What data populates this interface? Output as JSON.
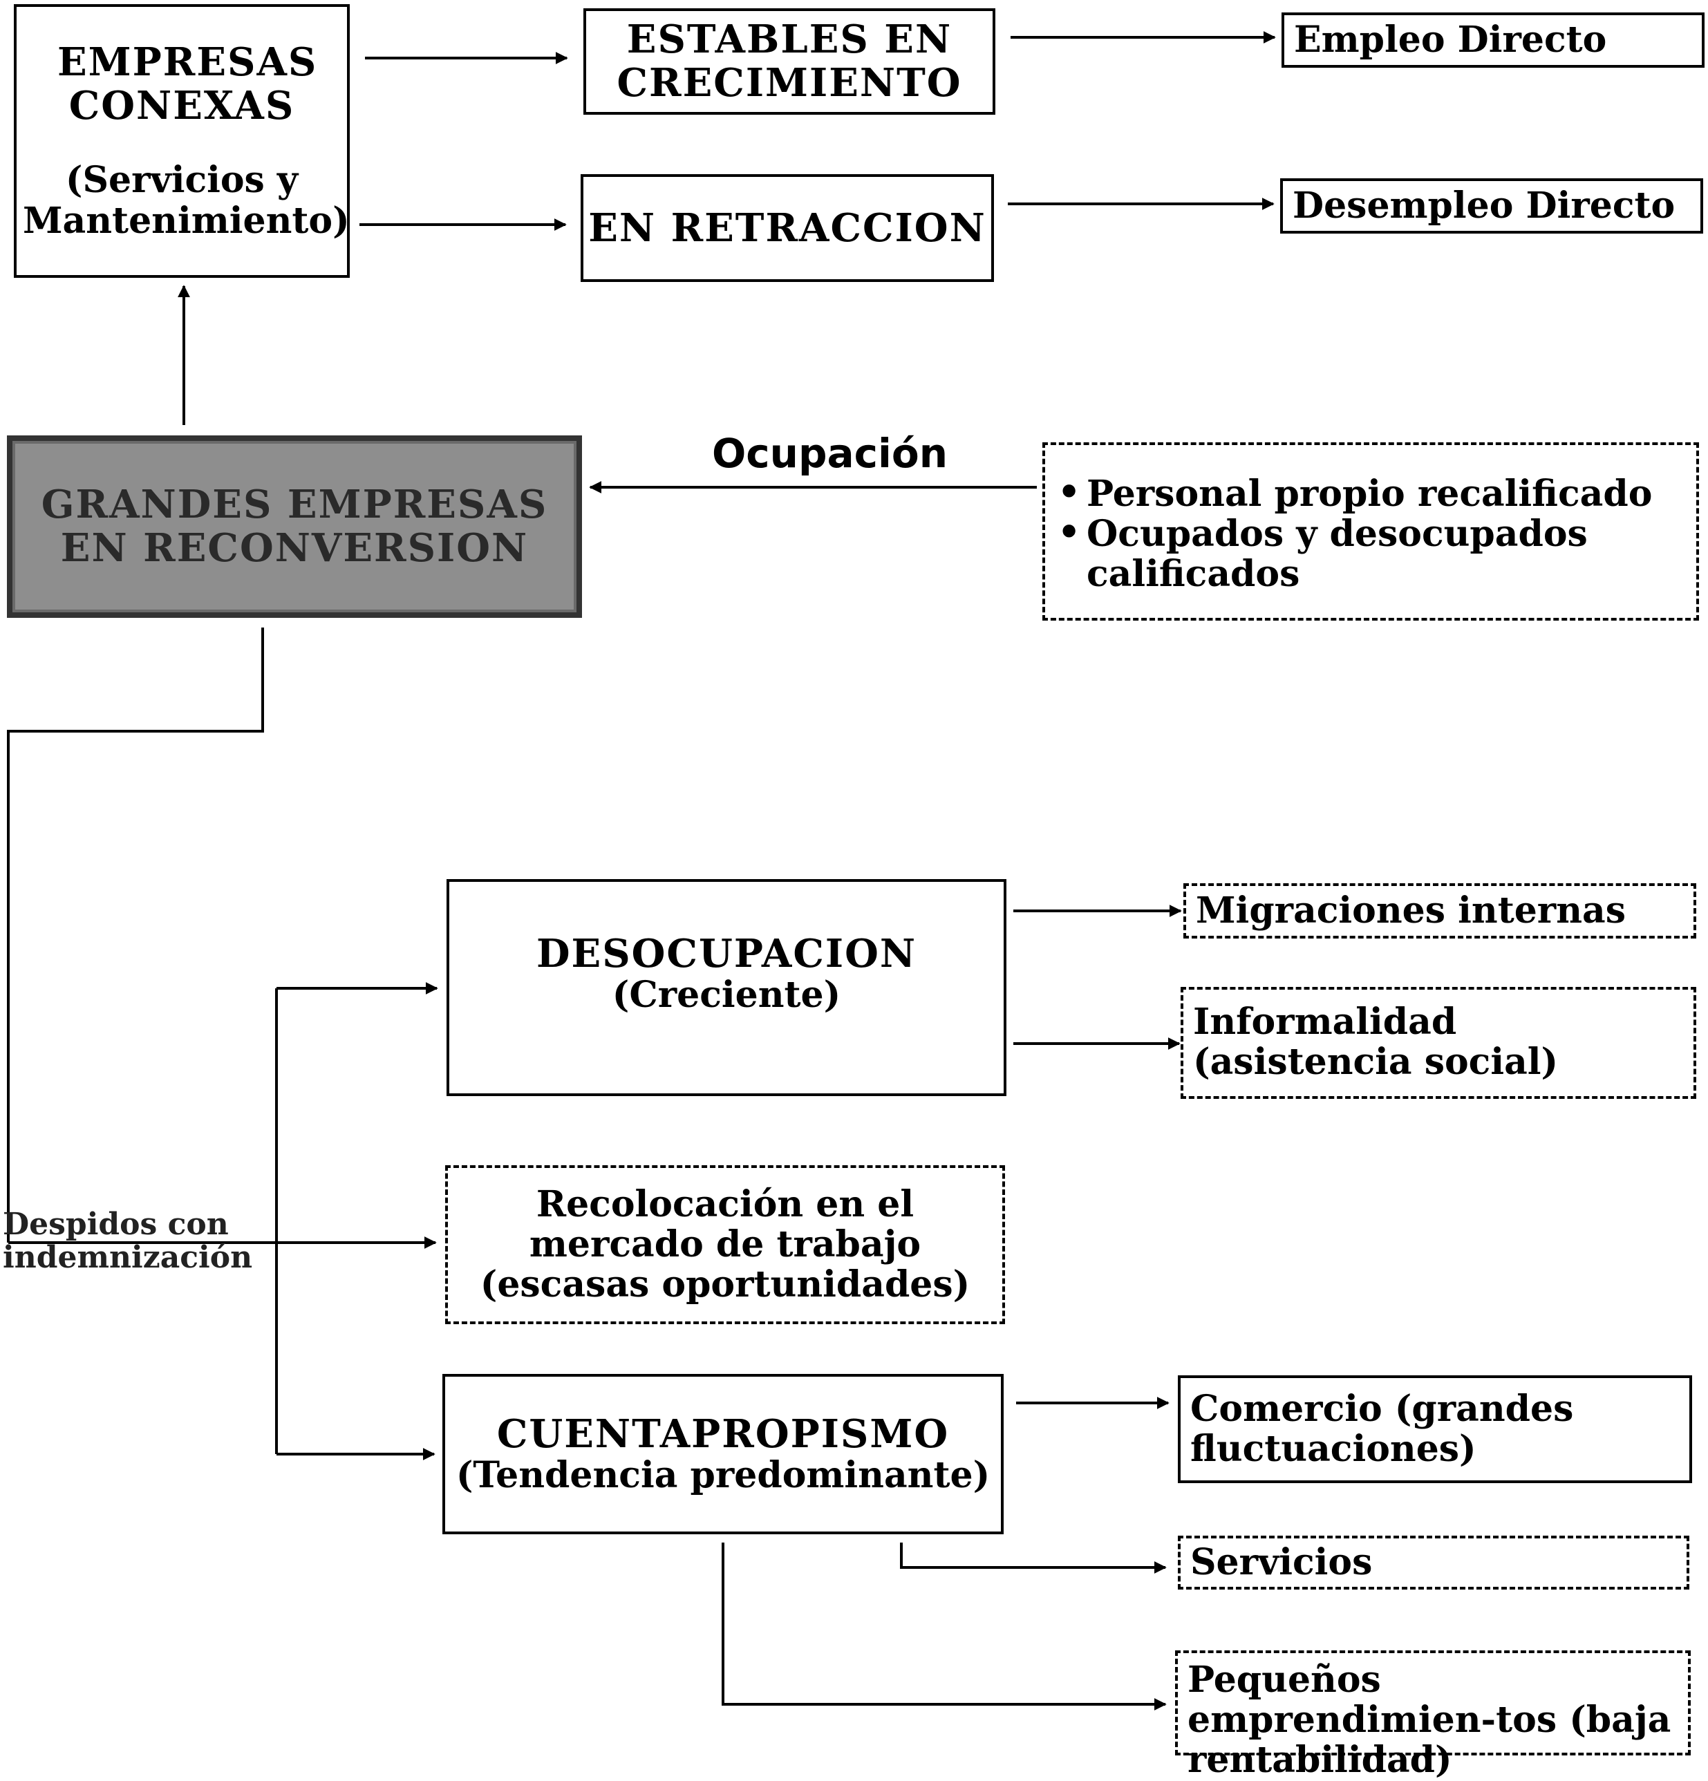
{
  "nodes": {
    "empresas_conexas": {
      "title": "EMPRESAS CONEXAS",
      "subtitle": "(Servicios y Mantenimiento)"
    },
    "estables": {
      "label": "ESTABLES EN CRECIMIENTO"
    },
    "retraccion": {
      "label": "EN RETRACCION"
    },
    "empleo": {
      "label": "Empleo Directo"
    },
    "desempleo": {
      "label": "Desempleo Directo"
    },
    "grandes": {
      "label": "GRANDES EMPRESAS EN RECONVERSION"
    },
    "ocupacion_label": "Ocupación",
    "ocupacion_items": [
      "Personal propio recalificado",
      "Ocupados y desocupados calificados"
    ],
    "desocupacion": {
      "title": "DESOCUPACION",
      "subtitle": "(Creciente)"
    },
    "migraciones": {
      "label": "Migraciones internas"
    },
    "informalidad": {
      "label": "Informalidad (asistencia social)"
    },
    "recolocacion": {
      "label": "Recolocación en el mercado de trabajo (escasas oportunidades)"
    },
    "despidos": {
      "label": "Despidos con indemnización"
    },
    "cuentapropismo": {
      "title": "CUENTAPROPISMO",
      "subtitle": "(Tendencia predominante)"
    },
    "comercio": {
      "label": "Comercio (grandes fluctuaciones)"
    },
    "servicios": {
      "label": "Servicios"
    },
    "pequenos": {
      "label": "Pequeños emprendimien-tos (baja rentabilidad)"
    }
  },
  "colors": {
    "line": "#000000",
    "shaded_fill": "#8e8e8e",
    "background": "#ffffff"
  }
}
